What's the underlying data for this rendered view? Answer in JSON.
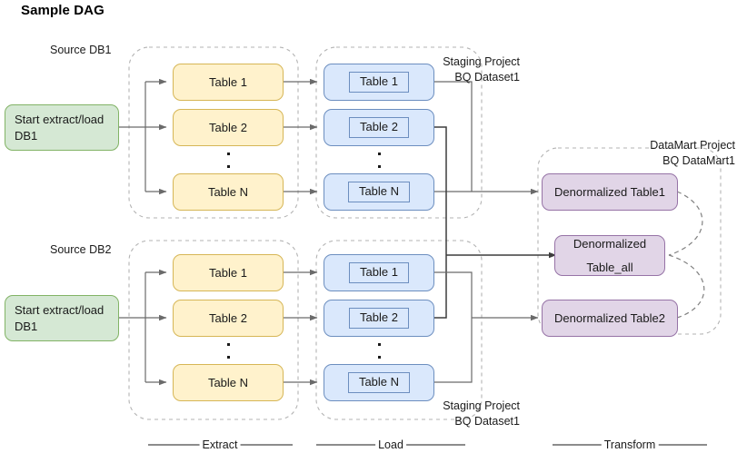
{
  "diagram": {
    "title": "Sample DAG",
    "colors": {
      "green_fill": "#d5e8d4",
      "green_stroke": "#82b366",
      "yellow_fill": "#fff2cc",
      "yellow_stroke": "#d6b656",
      "blue_fill": "#dae8fc",
      "blue_stroke": "#6c8ebf",
      "purple_fill": "#e1d5e7",
      "purple_stroke": "#9673a6",
      "connector": "#6a6a6a",
      "group_border": "#b3b3b3"
    },
    "group_labels": {
      "source_db1": "Source DB1",
      "source_db2": "Source DB2",
      "staging_top": "Staging Project\nBQ Dataset1",
      "staging_bottom": "Staging Project\nBQ Dataset1",
      "datamart": "DataMart Project\nBQ DataMart1"
    },
    "start_nodes": [
      {
        "id": "start-db1-top",
        "label": "Start extract/load\nDB1"
      },
      {
        "id": "start-db1-bottom",
        "label": "Start extract/load\nDB1"
      }
    ],
    "extract_top": [
      {
        "label": "Table 1"
      },
      {
        "label": "Table 2"
      },
      {
        "label": "Table N"
      }
    ],
    "extract_bottom": [
      {
        "label": "Table 1"
      },
      {
        "label": "Table 2"
      },
      {
        "label": "Table N"
      }
    ],
    "load_top": [
      {
        "label": "Table 1"
      },
      {
        "label": "Table 2"
      },
      {
        "label": "Table N"
      }
    ],
    "load_bottom": [
      {
        "label": "Table 1"
      },
      {
        "label": "Table 2"
      },
      {
        "label": "Table N"
      }
    ],
    "transform": [
      {
        "id": "denorm-table1",
        "label": "Denormalized Table1"
      },
      {
        "id": "denorm-table-all",
        "line1": "Denormalized",
        "line2": "Table_all"
      },
      {
        "id": "denorm-table2",
        "label": "Denormalized Table2"
      }
    ],
    "legend": [
      {
        "id": "legend-extract",
        "label": "Extract"
      },
      {
        "id": "legend-load",
        "label": "Load"
      },
      {
        "id": "legend-transform",
        "label": "Transform"
      }
    ]
  }
}
